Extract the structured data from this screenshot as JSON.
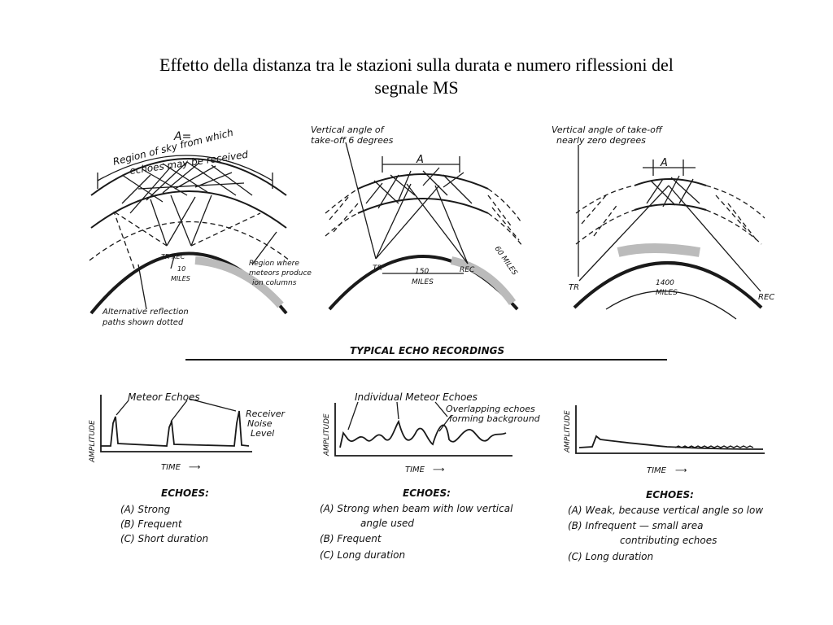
{
  "title": {
    "line1": "Effetto della distanza tra le stazioni  sulla durata e numero riflessioni del",
    "line2": "segnale MS"
  },
  "panel1": {
    "a_label": "A=",
    "region_line1": "Region of sky from which",
    "region_line2": "echoes may be received",
    "tr_rec": "TR    REC",
    "dist_line1": "10",
    "dist_line2": "MILES",
    "meteor_line1": "Region where",
    "meteor_line2": "meteors produce",
    "meteor_line3": "ion columns",
    "alt_line1": "Alternative reflection",
    "alt_line2": "paths shown dotted"
  },
  "panel2": {
    "angle_line1": "Vertical angle of",
    "angle_line2": "take-off 6 degrees",
    "a_label": "A",
    "tr": "TR",
    "rec": "REC",
    "dist_line1": "150",
    "dist_line2": "MILES",
    "side": "60 MILES"
  },
  "panel3": {
    "angle_line1": "Vertical angle of take-off",
    "angle_line2": "nearly zero degrees",
    "a_label": "A",
    "tr": "TR",
    "rec": "REC",
    "dist_line1": "1400",
    "dist_line2": "MILES"
  },
  "section_title": "TYPICAL ECHO RECORDINGS",
  "rec1": {
    "ylabel": "AMPLITUDE",
    "xlabel": "TIME",
    "annot": "Meteor Echoes",
    "noise_line1": "Receiver",
    "noise_line2": "Noise",
    "noise_line3": "Level"
  },
  "rec2": {
    "ylabel": "AMPLITUDE",
    "xlabel": "TIME",
    "annot": "Individual Meteor Echoes",
    "overlap_line1": "Overlapping echoes",
    "overlap_line2": "forming background"
  },
  "rec3": {
    "ylabel": "AMPLITUDE",
    "xlabel": "TIME"
  },
  "echoes1": {
    "heading": "ECHOES:",
    "items": [
      "(A)  Strong",
      "(B)  Frequent",
      "(C)  Short duration"
    ]
  },
  "echoes2": {
    "heading": "ECHOES:",
    "items": [
      "(A)  Strong when beam with low vertical",
      "angle used",
      "(B)  Frequent",
      "(C)  Long duration"
    ]
  },
  "echoes3": {
    "heading": "ECHOES:",
    "items": [
      "(A)  Weak, because vertical angle so low",
      "(B)  Infrequent — small area",
      "contributing echoes",
      "(C)  Long duration"
    ]
  }
}
